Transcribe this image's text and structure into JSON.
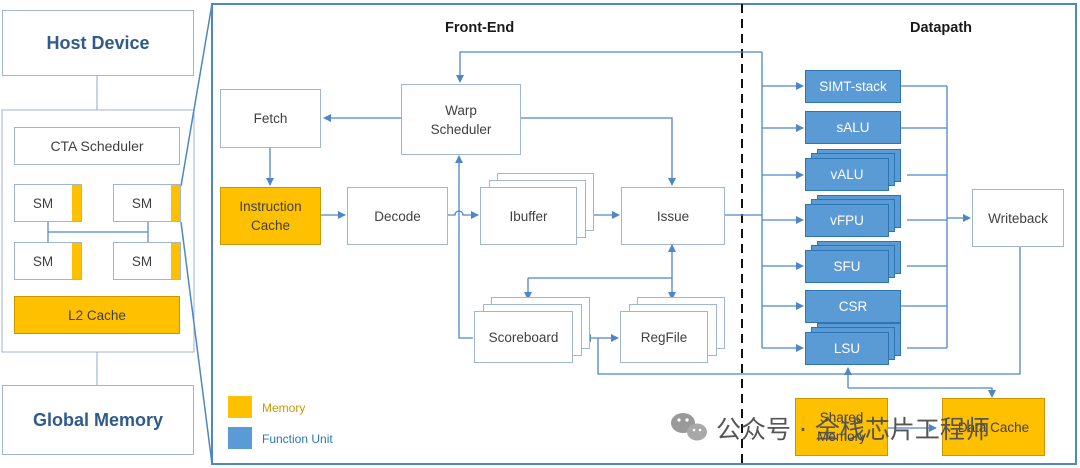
{
  "left": {
    "host_device": "Host Device",
    "cta_scheduler": "CTA Scheduler",
    "sm_label": "SM",
    "l2_cache": "L2 Cache",
    "global_memory": "Global Memory"
  },
  "frontend": {
    "title": "Front-End",
    "fetch": "Fetch",
    "warp_scheduler": "Warp\nScheduler",
    "instruction_cache": "Instruction\nCache",
    "decode": "Decode",
    "ibuffer": "Ibuffer",
    "issue": "Issue",
    "scoreboard": "Scoreboard",
    "regfile": "RegFile"
  },
  "datapath": {
    "title": "Datapath",
    "units": [
      "SIMT-stack",
      "sALU",
      "vALU",
      "vFPU",
      "SFU",
      "CSR",
      "LSU"
    ],
    "writeback": "Writeback",
    "shared_memory": "Shared\nMemory",
    "data_cache": "Data Cache"
  },
  "legend": {
    "memory": "Memory",
    "function_unit": "Function Unit"
  },
  "colors": {
    "memory": "#ffc000",
    "function_unit": "#5b9bd5",
    "border": "#9fb6d3",
    "arrow": "#4f86c6"
  },
  "watermark": {
    "text": "公众号 · 全栈芯片工程师"
  }
}
